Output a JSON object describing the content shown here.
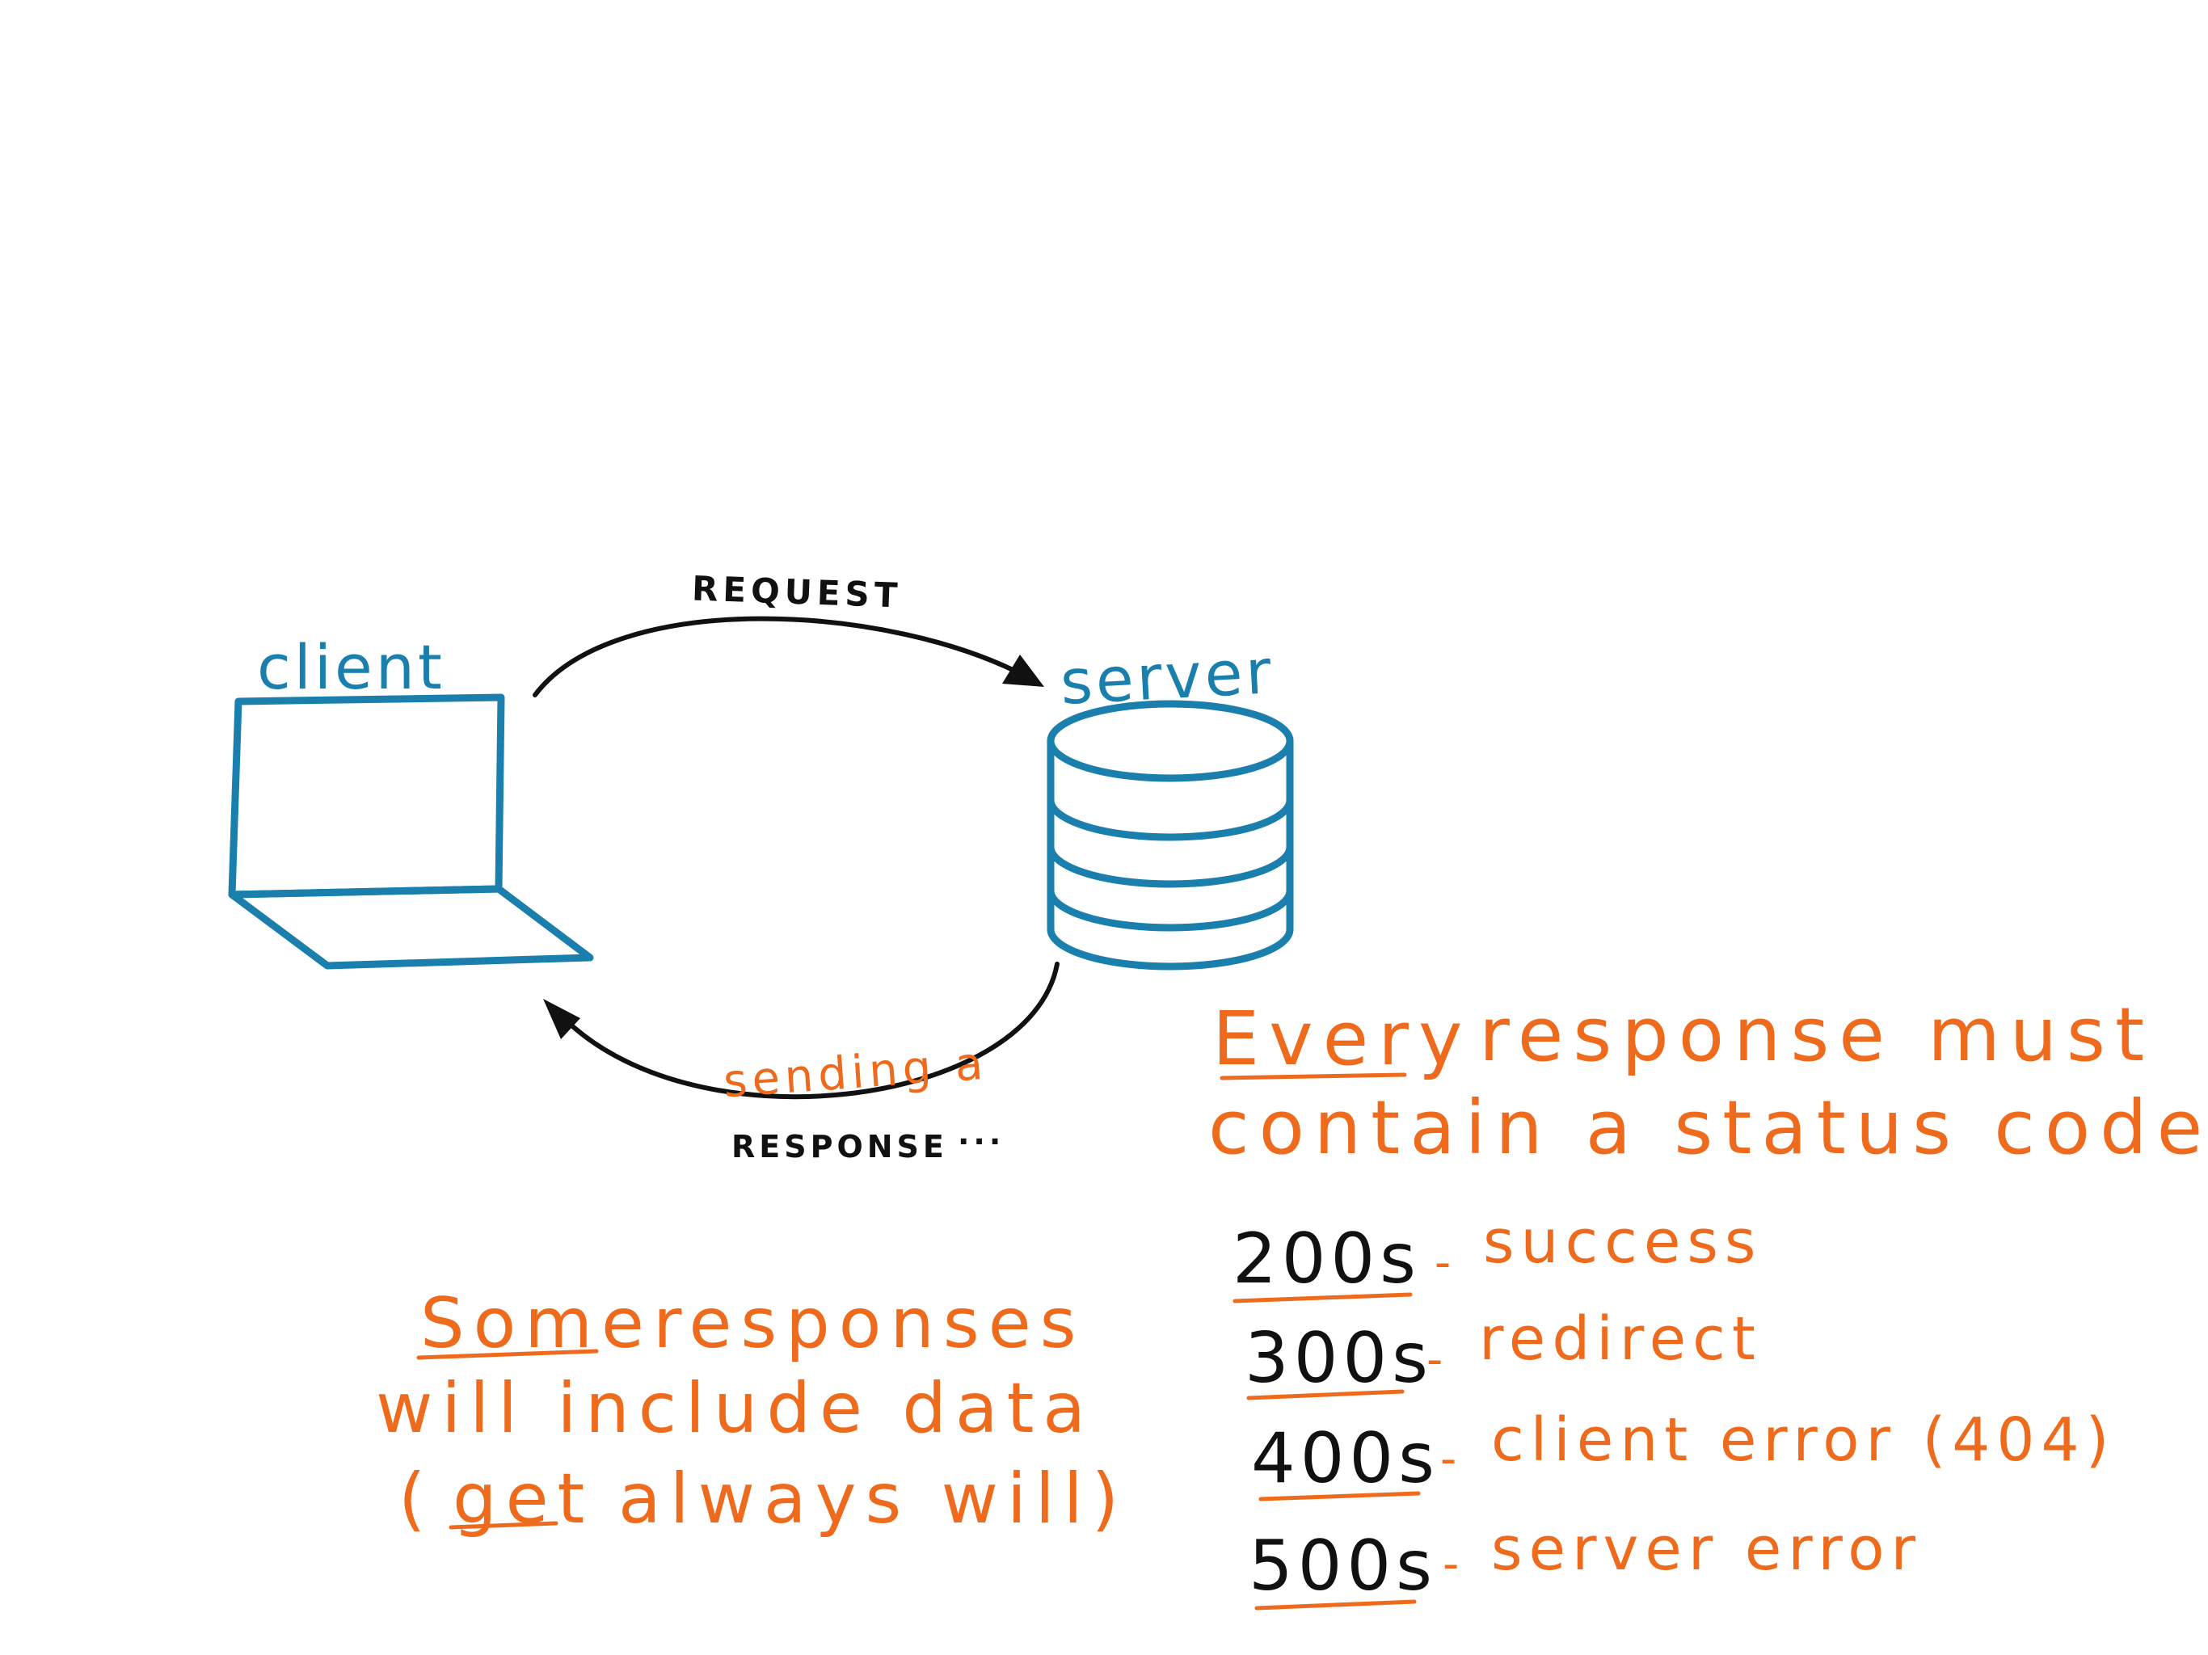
{
  "diagram": {
    "client_label": "client",
    "server_label": "server",
    "request_label": "REQUEST",
    "response_prefix": "sending a",
    "response_label": "RESPONSE",
    "response_ellipsis": "...",
    "colors": {
      "device": "#1a7fad",
      "note": "#ee6b1d",
      "arrow": "#111111"
    },
    "icons": [
      "laptop-icon",
      "database-icon"
    ]
  },
  "note_left": {
    "line1_emph": "Some",
    "line1_rest": "responses",
    "line2": "will include data",
    "line3_open": "(",
    "line3_emph": "get",
    "line3_rest": "always will)"
  },
  "note_right": {
    "line1_emph": "Every",
    "line1_rest": "response must",
    "line2": "contain a status code"
  },
  "status_codes": [
    {
      "code": "200s",
      "meaning": "success"
    },
    {
      "code": "300s",
      "meaning": "redirect"
    },
    {
      "code": "400s",
      "meaning": "client error (404)"
    },
    {
      "code": "500s",
      "meaning": "server error"
    }
  ]
}
